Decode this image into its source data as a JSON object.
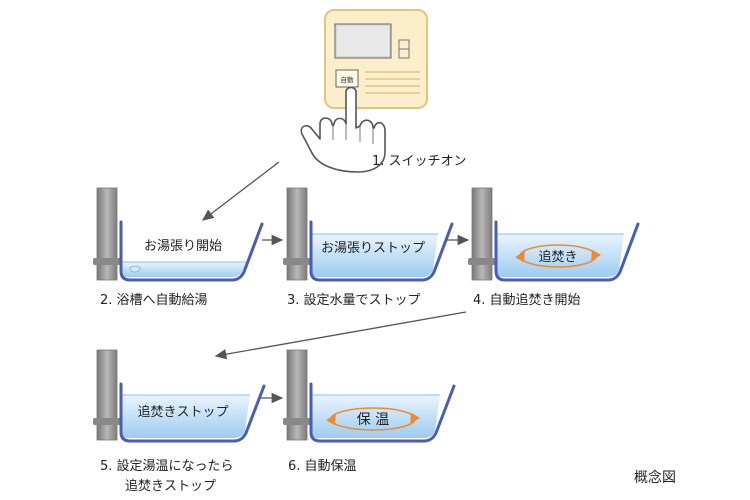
{
  "panel": {
    "button_label": "自動"
  },
  "steps": [
    {
      "label": "1. スイッチオン"
    },
    {
      "label": "2. 浴槽へ自動給湯",
      "tub_text": "お湯張り開始"
    },
    {
      "label": "3. 設定水量でストップ",
      "tub_text": "お湯張りストップ"
    },
    {
      "label": "4. 自動追焚き開始",
      "tub_text": "追焚き"
    },
    {
      "label_line1": "5. 設定湯温になったら",
      "label_line2": "追焚きストップ",
      "tub_text": "追焚きストップ"
    },
    {
      "label": "6. 自動保温",
      "tub_text": "保 温"
    }
  ],
  "caption": "概念図",
  "colors": {
    "panel_fill": "#faeecb",
    "panel_border": "#e3c47e",
    "tub_outline": "#4a5db4",
    "water_top": "#eaf4fd",
    "water_bottom": "#9dccef",
    "pipe": "#9a9a9a",
    "swirl": "#ef8a2a",
    "arrow": "#555555"
  }
}
